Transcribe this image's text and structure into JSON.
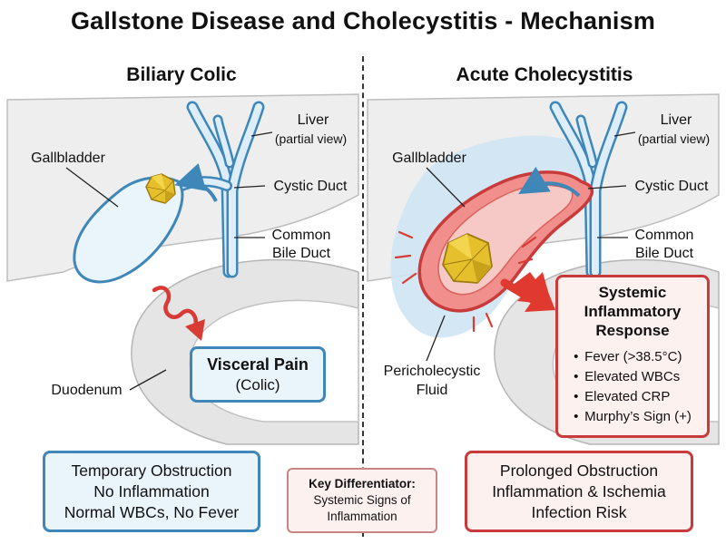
{
  "title": "Gallstone Disease and Cholecystitis - Mechanism",
  "left": {
    "heading": "Biliary Colic",
    "labels": {
      "liver": "Liver",
      "liver_sub": "(partial view)",
      "gallbladder": "Gallbladder",
      "cystic_duct": "Cystic Duct",
      "common_bile_duct_1": "Common",
      "common_bile_duct_2": "Bile Duct",
      "duodenum": "Duodenum"
    },
    "pain_box": {
      "title": "Visceral Pain",
      "subtitle": "(Colic)"
    },
    "summary": [
      "Temporary Obstruction",
      "No Inflammation",
      "Normal WBCs, No Fever"
    ]
  },
  "right": {
    "heading": "Acute Cholecystitis",
    "labels": {
      "liver": "Liver",
      "liver_sub": "(partial view)",
      "gallbladder": "Gallbladder",
      "cystic_duct": "Cystic Duct",
      "common_bile_duct_1": "Common",
      "common_bile_duct_2": "Bile Duct",
      "fluid_1": "Pericholecystic",
      "fluid_2": "Fluid"
    },
    "systemic_box": {
      "title_1": "Systemic",
      "title_2": "Inflammatory",
      "title_3": "Response",
      "items": [
        "Fever (>38.5°C)",
        "Elevated WBCs",
        "Elevated CRP",
        "Murphy’s Sign (+)"
      ]
    },
    "summary": [
      "Prolonged Obstruction",
      "Inflammation & Ischemia",
      "Infection Risk"
    ]
  },
  "key_box": {
    "title": "Key Differentiator:",
    "line_1": "Systemic Signs of",
    "line_2": "Inflammation"
  },
  "colors": {
    "blue_outline": "#3f87b8",
    "blue_fill": "#eaf4fb",
    "red_outline": "#c93b3b",
    "red_fill": "#fdf1f0",
    "stone": "#e6c02c",
    "tissue": "#e9e9e9"
  }
}
